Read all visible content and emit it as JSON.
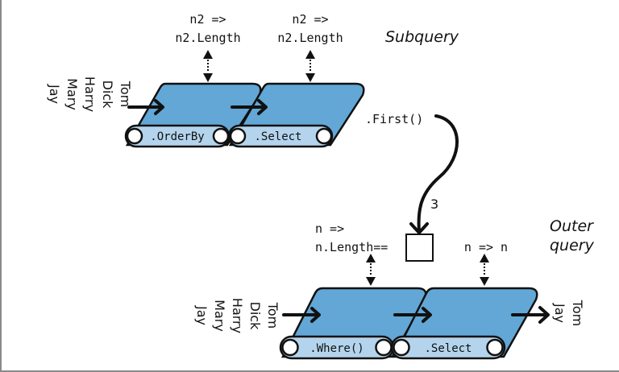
{
  "subquery": {
    "title": "Subquery",
    "input_items": [
      "Tom",
      "Dick",
      "Harry",
      "Mary",
      "Jay"
    ],
    "operators": [
      {
        "label": ".OrderBy",
        "lambda_line1": "n2 =>",
        "lambda_line2": "n2.Length"
      },
      {
        "label": ".Select",
        "lambda_line1": "n2 =>",
        "lambda_line2": "n2.Length"
      }
    ],
    "terminal_label": ".First()",
    "result_value": "3"
  },
  "outer_query": {
    "title_line1": "Outer",
    "title_line2": "query",
    "input_items": [
      "Tom",
      "Dick",
      "Harry",
      "Mary",
      "Jay"
    ],
    "operators": [
      {
        "label": ".Where()",
        "lambda_line1": "n =>",
        "lambda_line2": "n.Length=="
      },
      {
        "label": ".Select",
        "lambda_line1": "n => n"
      }
    ],
    "output_items": [
      "Tom",
      "Jay"
    ]
  },
  "colors": {
    "conveyor_top": "#62a7d6",
    "conveyor_band": "#b3d4ec",
    "stroke": "#111111",
    "frame": "#8a8a8a"
  }
}
